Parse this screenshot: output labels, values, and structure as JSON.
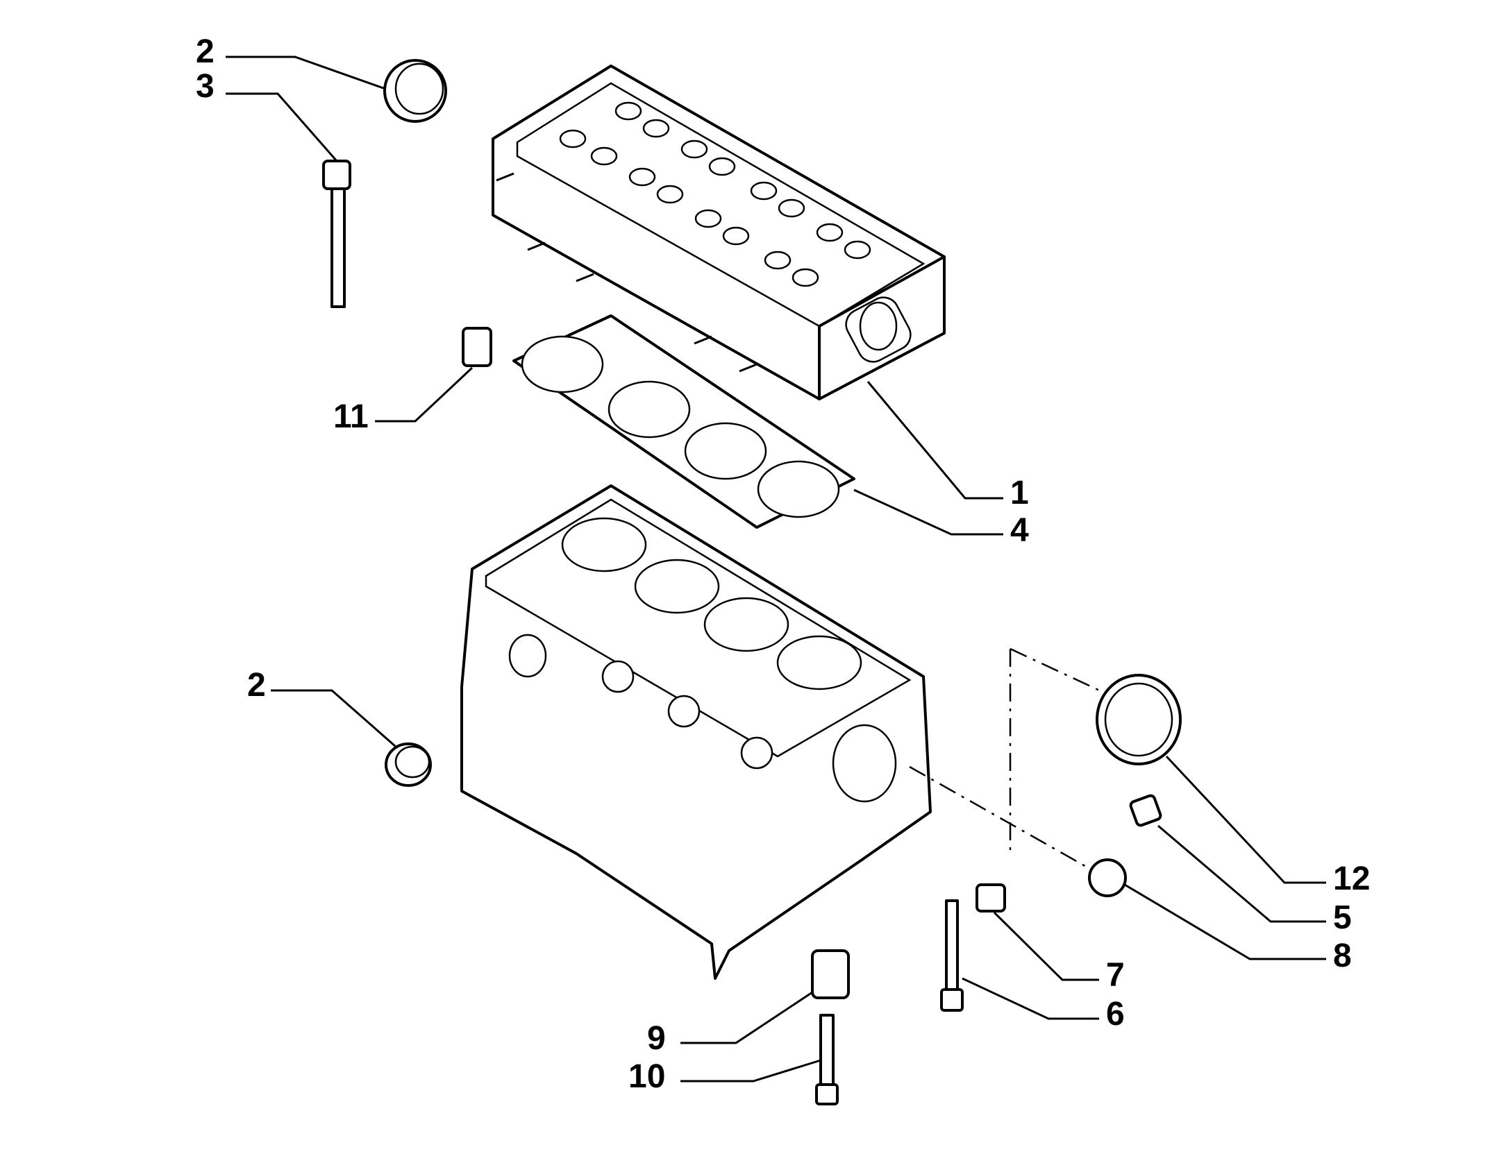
{
  "diagram": {
    "callouts": [
      {
        "id": "c2a",
        "label": "2"
      },
      {
        "id": "c3",
        "label": "3"
      },
      {
        "id": "c11",
        "label": "11"
      },
      {
        "id": "c1",
        "label": "1"
      },
      {
        "id": "c4",
        "label": "4"
      },
      {
        "id": "c2b",
        "label": "2"
      },
      {
        "id": "c12",
        "label": "12"
      },
      {
        "id": "c5",
        "label": "5"
      },
      {
        "id": "c8",
        "label": "8"
      },
      {
        "id": "c7",
        "label": "7"
      },
      {
        "id": "c6",
        "label": "6"
      },
      {
        "id": "c9",
        "label": "9"
      },
      {
        "id": "c10",
        "label": "10"
      }
    ]
  }
}
